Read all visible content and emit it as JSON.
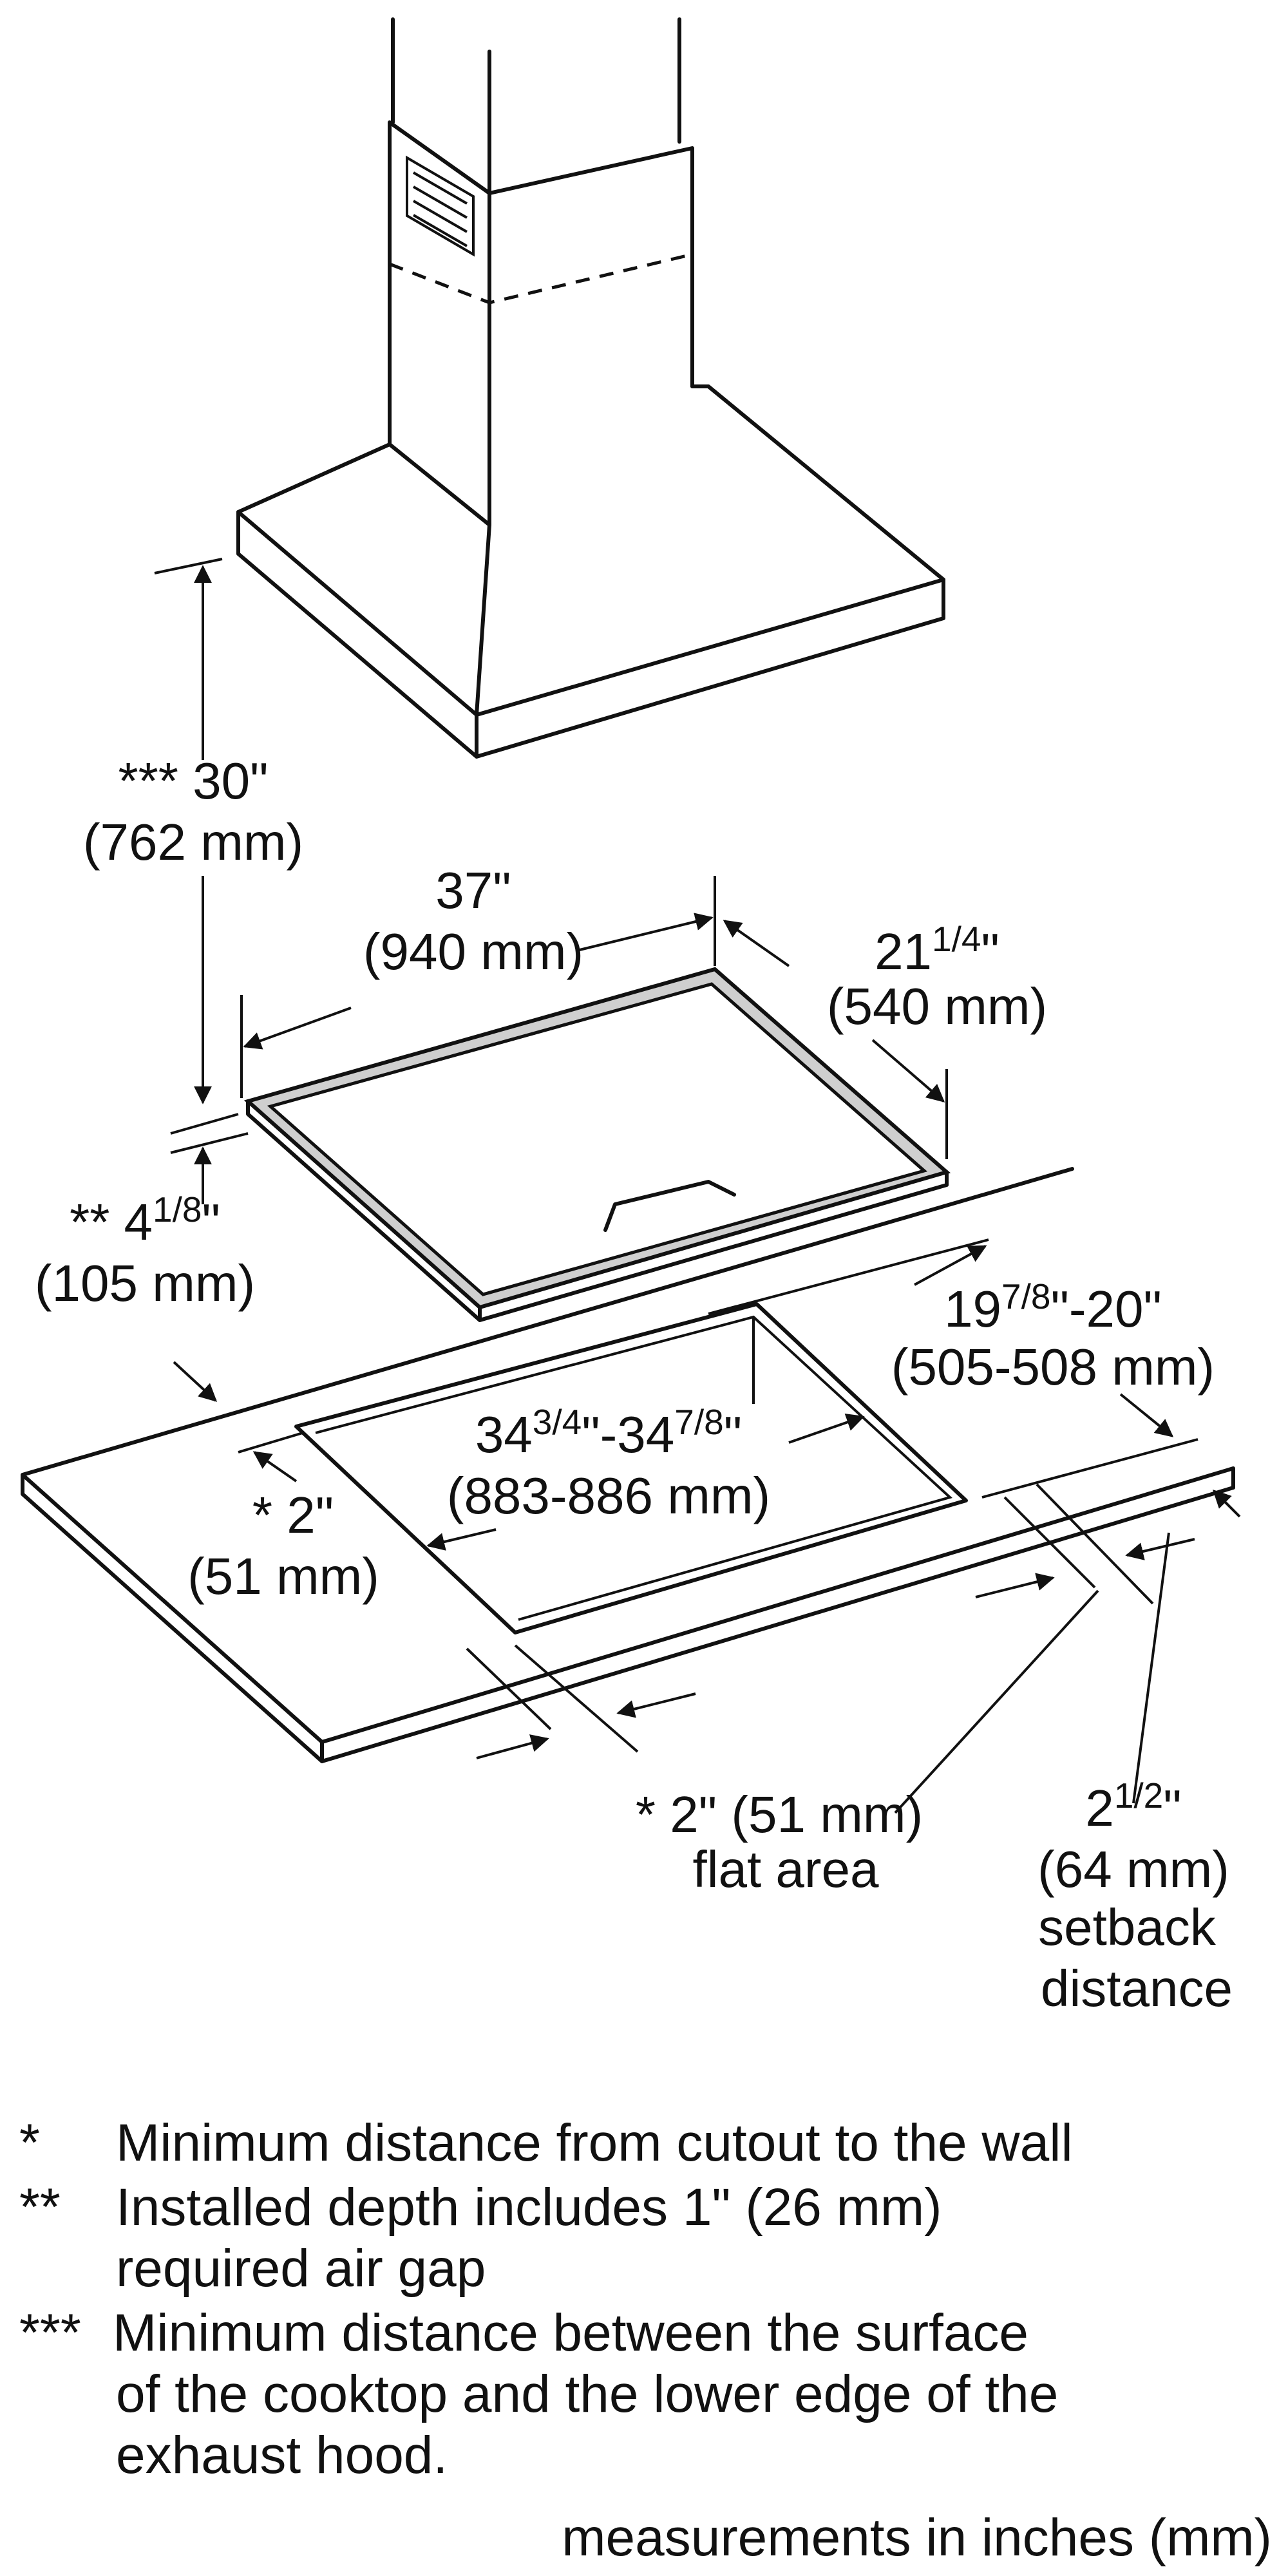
{
  "labels": {
    "hood_clearance": {
      "line1": "*** 30\"",
      "line2": "(762 mm)"
    },
    "width_37": {
      "line1": "37\"",
      "line2": "(940 mm)"
    },
    "depth_21": {
      "whole": "21",
      "frac": "1/4",
      "unit": "\"",
      "line2": "(540 mm)"
    },
    "installed_depth": {
      "prefix": "** 4",
      "frac": "1/8",
      "unit": "\"",
      "line2": "(105 mm)"
    },
    "cutout_depth": {
      "a": "19",
      "afrac": "7/8",
      "b": "\"-20\"",
      "line2": "(505-508 mm)"
    },
    "cutout_width": {
      "a": "34",
      "afrac": "3/4",
      "b": "\"-34",
      "bfrac": "7/8",
      "c": "\"",
      "line2": "(883-886 mm)"
    },
    "side_gap": {
      "line1": "* 2\"",
      "line2": "(51 mm)"
    },
    "flat_area": {
      "line1": "* 2\" (51 mm)",
      "line2": "flat area"
    },
    "setback": {
      "whole": "2",
      "frac": "1/2",
      "unit": "\"",
      "line2": "(64 mm)",
      "line3": "setback",
      "line4": "distance"
    }
  },
  "footnotes": [
    {
      "marker": "*",
      "text": [
        "Minimum distance from cutout to the wall"
      ]
    },
    {
      "marker": "**",
      "text": [
        "Installed depth includes 1\" (26 mm)",
        "required air gap"
      ]
    },
    {
      "marker": "***",
      "text": [
        "Minimum distance between the surface",
        "of the cooktop and the lower edge of the",
        "exhaust hood."
      ]
    }
  ],
  "units_note": "measurements in inches (mm)",
  "colors": {
    "ink": "#111111",
    "frame_fill": "#cfcfcf",
    "background": "#ffffff"
  }
}
